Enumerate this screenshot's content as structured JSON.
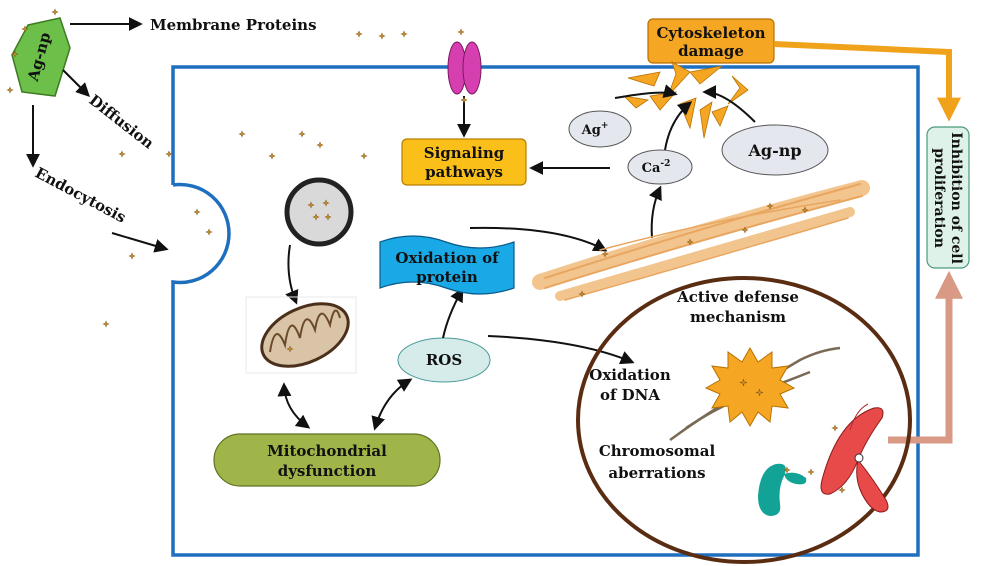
{
  "labels": {
    "agnp_outside": "Ag-np",
    "membrane_proteins": "Membrane Proteins",
    "diffusion": "Diffusion",
    "endocytosis": "Endocytosis",
    "cytoskeleton_1": "Cytoskeleton",
    "cytoskeleton_2": "damage",
    "inhibition_1": "Inhibition of cell",
    "inhibition_2": "proliferation",
    "signaling_1": "Signaling",
    "signaling_2": "pathways",
    "ag_ion": "Ag",
    "ag_ion_charge": "+",
    "ca_ion": "Ca",
    "ca_ion_charge": "-2",
    "agnp_inside": "Ag-np",
    "oxidation_protein_1": "Oxidation of",
    "oxidation_protein_2": "protein",
    "ros": "ROS",
    "mito_dys_1": "Mitochondrial",
    "mito_dys_2": "dysfunction",
    "active_defense_1": "Active defense",
    "active_defense_2": "mechanism",
    "oxidation_dna_1": "Oxidation",
    "oxidation_dna_2": "of DNA",
    "chromosomal_1": "Chromosomal",
    "chromosomal_2": "aberrations"
  },
  "colors": {
    "cell_border": "#1f6fbf",
    "agnp_green": "#6cc04a",
    "orange_box": "#f5a623",
    "signaling_box": "#fbbf1a",
    "ion_fill": "#e4e8ee",
    "ros_fill": "#d5ecea",
    "mito_dys_fill": "#9fb549",
    "inhibition_fill": "#dff2ea",
    "oxidation_protein_fill": "#19a9e6",
    "receptor": "#d63fb0",
    "defense_border": "#5a2d12",
    "arrow_orange": "#f0a21a",
    "arrow_pink": "#d99a85",
    "nanoparticle": "#8a5a14"
  }
}
